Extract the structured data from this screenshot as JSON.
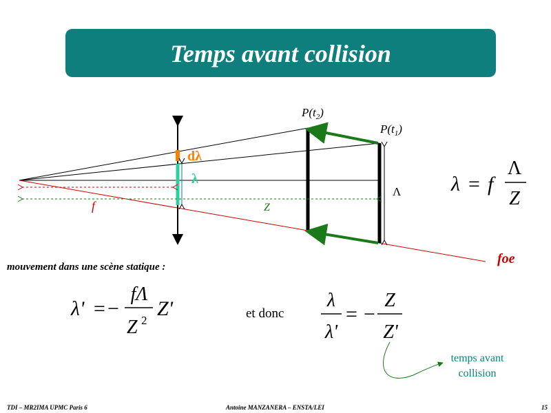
{
  "title": "Temps avant collision",
  "labels": {
    "p_t2": "P(t",
    "p_t2_sub": "2",
    "p_t1": "P(t",
    "p_t1_sub": "1",
    "close_paren": ")",
    "d_lambda": "dλ",
    "lambda": "λ",
    "f": "f",
    "Z": "Z",
    "Lambda": "Λ",
    "foe": "foe"
  },
  "equations": {
    "eq1": {
      "lhs": "λ",
      "eq": "=",
      "f": "f",
      "num": "Λ",
      "den": "Z"
    },
    "eq2": {
      "lhs": "λ'",
      "eq": "=",
      "minus": "−",
      "num": "fΛ",
      "den": "Z",
      "den_exp": "2",
      "tail": "Z'"
    },
    "eq3": {
      "num_l": "λ",
      "den_l": "λ'",
      "eq": "=",
      "minus": "−",
      "num_r": "Z",
      "den_r": "Z'"
    }
  },
  "caption": "mouvement dans une scène statique :",
  "et_donc": "et donc",
  "note": "temps avant collision",
  "footer": {
    "left": "TDI – MR2IMA UPMC Paris 6",
    "center": "Antoine MANZANERA – ENSTA/LEI",
    "page": "15"
  },
  "colors": {
    "teal": "#0f7f7d",
    "green": "#1a7a1a",
    "orange": "#ff7f00",
    "cyan": "#2ecfa0",
    "red": "#cc0000"
  }
}
